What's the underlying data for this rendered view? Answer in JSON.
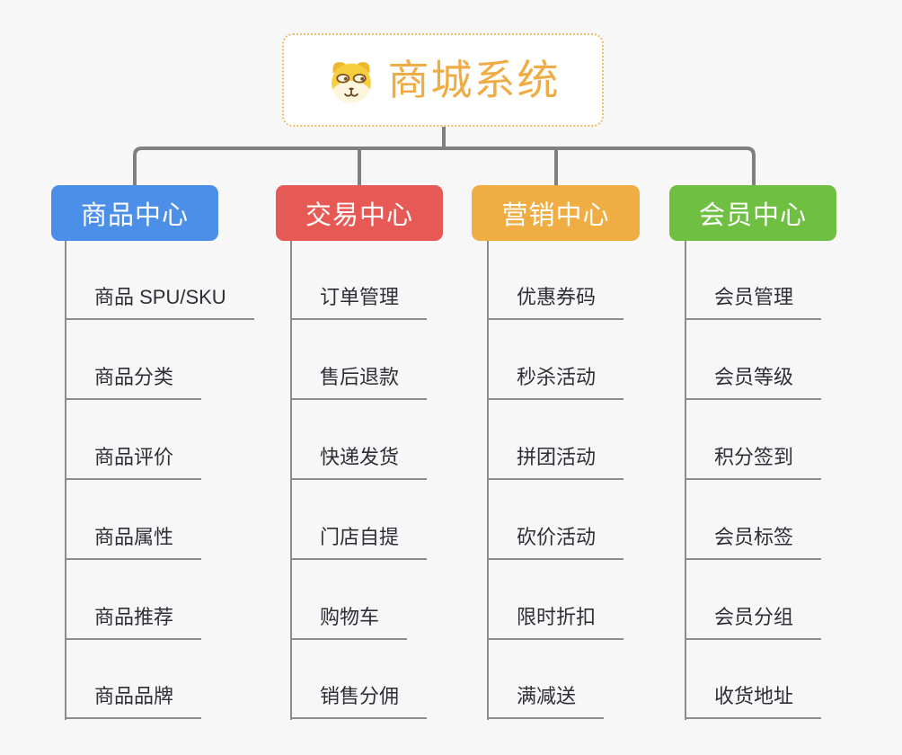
{
  "root": {
    "title": "商城系统",
    "icon": "dog-face-icon",
    "title_color": "#efac44",
    "border_color": "#eebb66"
  },
  "branches": [
    {
      "label": "商品中心",
      "color": "#4b8fe8",
      "items": [
        "商品 SPU/SKU",
        "商品分类",
        "商品评价",
        "商品属性",
        "商品推荐",
        "商品品牌"
      ]
    },
    {
      "label": "交易中心",
      "color": "#e65955",
      "items": [
        "订单管理",
        "售后退款",
        "快递发货",
        "门店自提",
        "购物车",
        "销售分佣"
      ]
    },
    {
      "label": "营销中心",
      "color": "#efad43",
      "items": [
        "优惠券码",
        "秒杀活动",
        "拼团活动",
        "砍价活动",
        "限时折扣",
        "满减送"
      ]
    },
    {
      "label": "会员中心",
      "color": "#6fc042",
      "items": [
        "会员管理",
        "会员等级",
        "积分签到",
        "会员标签",
        "会员分组",
        "收货地址"
      ]
    }
  ],
  "connector_color": "#808080",
  "leaf_line_color": "#8c8c8c",
  "background_color": "#f7f7f7"
}
